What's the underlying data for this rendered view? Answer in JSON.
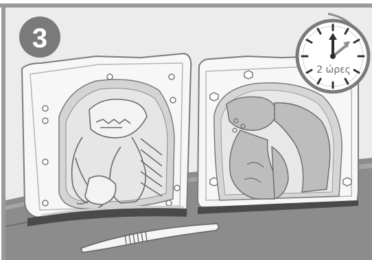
{
  "step": {
    "number": "3"
  },
  "timer": {
    "label": "2 ώρες",
    "icon": "clock-icon"
  },
  "colors": {
    "frame": "#9a9a9a",
    "background": "#ececec",
    "badge": "#7a7a7a",
    "mold": "#f7f7f7",
    "cast": "#c8c8c8",
    "base": "#8c8c8c",
    "clock_hand": "#2e2e2e",
    "clock_accent": "#8c8c8c"
  },
  "illustration": {
    "left_mold": "dragon-mold-open-left",
    "right_mold": "dragon-mold-open-right",
    "tool": "sculpting-tool-icon"
  }
}
